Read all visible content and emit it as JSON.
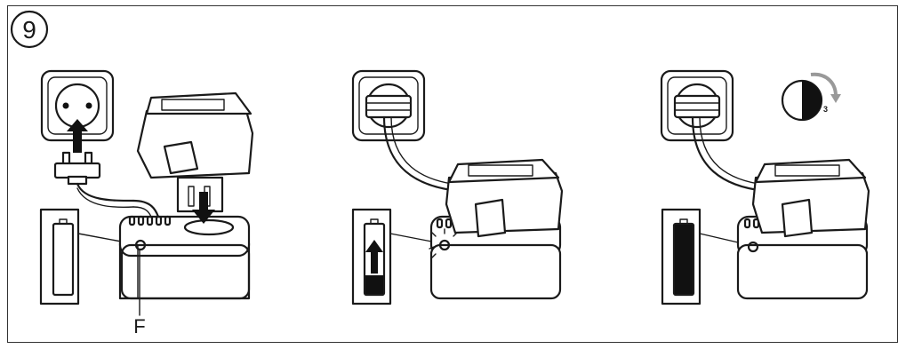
{
  "step": {
    "number": "9"
  },
  "labels": {
    "indicator": "F",
    "timer_hours": "3"
  },
  "panels": [
    {
      "name": "insert-battery",
      "battery_charge_level": 0
    },
    {
      "name": "charging",
      "battery_charge_level": 0.3
    },
    {
      "name": "charged",
      "battery_charge_level": 1
    }
  ],
  "colors": {
    "ink": "#1a1a1a",
    "arrow_grey": "#999999",
    "background": "#ffffff"
  },
  "icons": [
    "wall-socket-icon",
    "plug-icon",
    "battery-icon",
    "charger-icon",
    "timer-icon",
    "led-icon"
  ]
}
